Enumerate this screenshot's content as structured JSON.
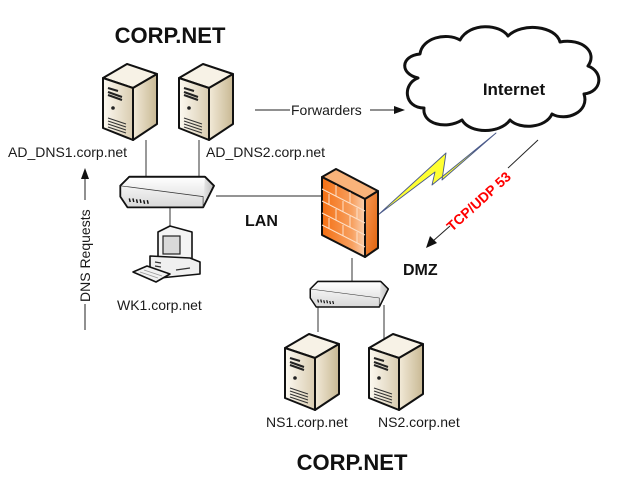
{
  "titles": {
    "top": "CORP.NET",
    "bottom": "CORP.NET"
  },
  "zones": {
    "lan": "LAN",
    "dmz": "DMZ"
  },
  "cloud": {
    "label": "Internet",
    "icon": "cloud-icon"
  },
  "servers": {
    "ad_dns1": {
      "label": "AD_DNS1.corp.net",
      "icon": "server-icon"
    },
    "ad_dns2": {
      "label": "AD_DNS2.corp.net",
      "icon": "server-icon"
    },
    "ns1": {
      "label": "NS1.corp.net",
      "icon": "server-icon"
    },
    "ns2": {
      "label": "NS2.corp.net",
      "icon": "server-icon"
    }
  },
  "workstation": {
    "label": "WK1.corp.net",
    "icon": "workstation-icon"
  },
  "devices": {
    "lan_switch": {
      "icon": "switch-icon"
    },
    "dmz_switch": {
      "icon": "switch-icon"
    },
    "firewall": {
      "icon": "firewall-icon"
    },
    "wan_link": {
      "icon": "lightning-bolt-icon"
    }
  },
  "connectors": {
    "forwarders": "Forwarders",
    "dns_requests": "DNS Requests",
    "protocol": "TCP/UDP 53"
  },
  "colors": {
    "protocol_text": "#ff0000",
    "firewall_orange": "#f47a20",
    "bolt_yellow": "#ffff33",
    "server_beige": "#e6dcc6"
  }
}
